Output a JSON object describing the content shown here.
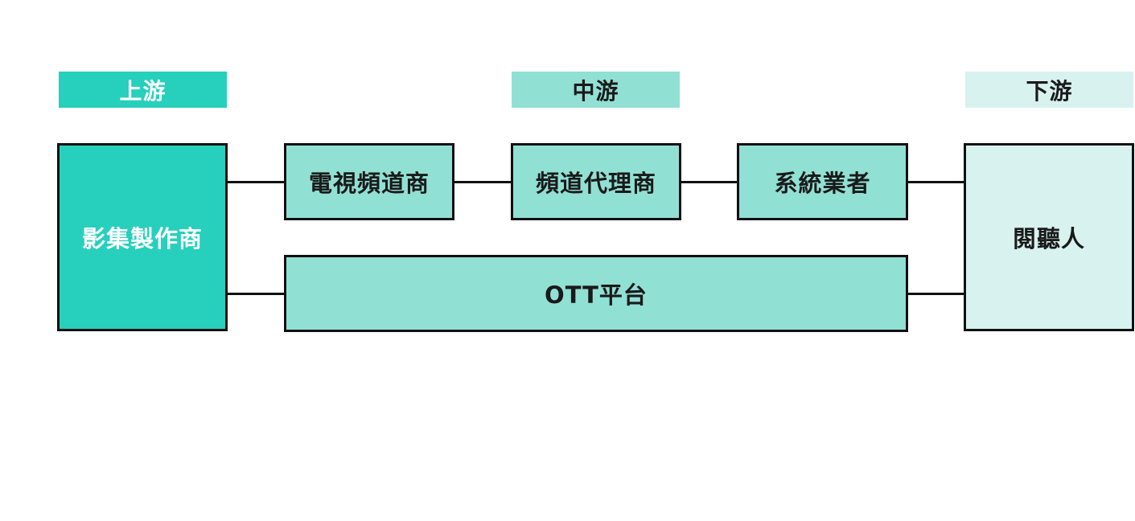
{
  "stages": {
    "upstream": {
      "label": "上游",
      "color": "#26d0bc",
      "text_color": "#ffffff"
    },
    "midstream": {
      "label": "中游",
      "color": "#91e0d4",
      "text_color": "#1a1a1a"
    },
    "downstream": {
      "label": "下游",
      "color": "#d8f2ef",
      "text_color": "#1a1a1a"
    }
  },
  "nodes": {
    "producer": {
      "label": "影集製作商",
      "stage": "upstream"
    },
    "tv_channel": {
      "label": "電視頻道商",
      "stage": "midstream"
    },
    "channel_agent": {
      "label": "頻道代理商",
      "stage": "midstream"
    },
    "system_operator": {
      "label": "系統業者",
      "stage": "midstream"
    },
    "ott_platform": {
      "label": "OTT平台",
      "stage": "midstream"
    },
    "audience": {
      "label": "閱聽人",
      "stage": "downstream"
    }
  },
  "edges": [
    {
      "from": "producer",
      "to": "tv_channel"
    },
    {
      "from": "tv_channel",
      "to": "channel_agent"
    },
    {
      "from": "channel_agent",
      "to": "system_operator"
    },
    {
      "from": "system_operator",
      "to": "audience"
    },
    {
      "from": "producer",
      "to": "ott_platform"
    },
    {
      "from": "ott_platform",
      "to": "audience"
    }
  ]
}
